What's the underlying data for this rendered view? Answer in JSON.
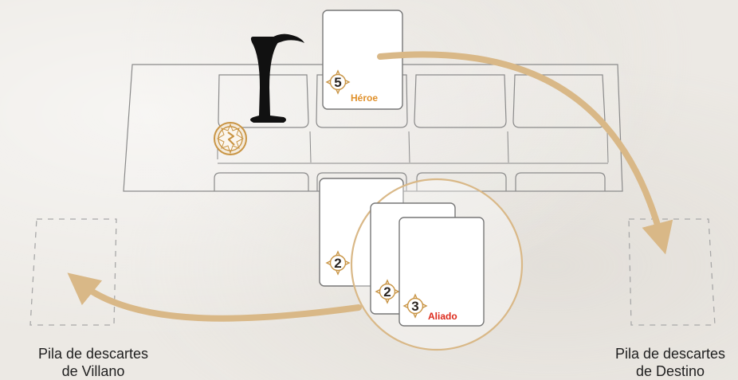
{
  "labels": {
    "hero_card": "Héroe",
    "ally_card": "Aliado",
    "villain_discard": "Pila de descartes de Villano",
    "villain_discard_line1": "Pila de descartes",
    "villain_discard_line2": "de Villano",
    "destiny_discard": "Pila de descartes de Destino",
    "destiny_discard_line1": "Pila de descartes",
    "destiny_discard_line2": "de Destino"
  },
  "cards": {
    "hero_value": "5",
    "middle_value": "2",
    "back_value": "2",
    "ally_value": "3"
  },
  "colors": {
    "arrow": "#d9b887",
    "badge_stroke": "#c99545",
    "hero_label": "#e0902a",
    "ally_label": "#dd2a1c",
    "board_stroke": "#8a8a8a",
    "card_stroke": "#777777",
    "discard_stroke": "#a8a8a8"
  },
  "icons": {
    "villain_pawn": "villain-pawn-icon",
    "power_token": "lightning-token-icon",
    "card_value_badge": "compass-badge-icon"
  }
}
